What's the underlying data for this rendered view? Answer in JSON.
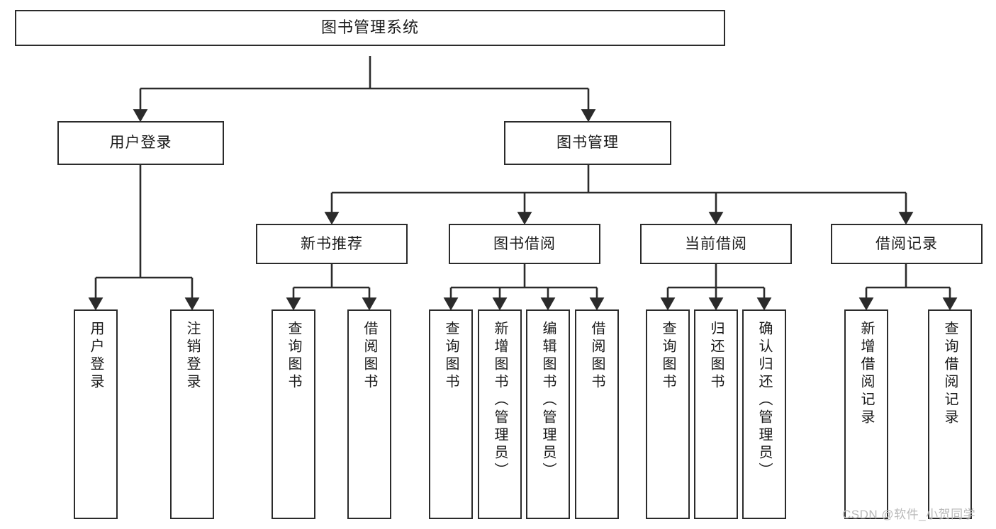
{
  "diagram": {
    "title": "图书管理系统",
    "watermark": "CSDN @软件_小贺同学",
    "stroke_color": "#2b2b2b",
    "text_color": "#1a1a1a",
    "background_color": "#ffffff",
    "watermark_color": "#b9b9b9"
  },
  "nodes": {
    "root": {
      "label": "图书管理系统"
    },
    "level1": [
      {
        "label": "用户登录"
      },
      {
        "label": "图书管理"
      }
    ],
    "level2": [
      {
        "label": "新书推荐"
      },
      {
        "label": "图书借阅"
      },
      {
        "label": "当前借阅"
      },
      {
        "label": "借阅记录"
      }
    ],
    "leaves": {
      "user_login": [
        {
          "label": "用户登录"
        },
        {
          "label": "注销登录"
        }
      ],
      "new_book_recommend": [
        {
          "label": "查询图书"
        },
        {
          "label": "借阅图书"
        }
      ],
      "book_borrow": [
        {
          "label": "查询图书"
        },
        {
          "label": "新增图书（管理员）"
        },
        {
          "label": "编辑图书（管理员）"
        },
        {
          "label": "借阅图书"
        }
      ],
      "current_borrow": [
        {
          "label": "查询图书"
        },
        {
          "label": "归还图书"
        },
        {
          "label": "确认归还（管理员）"
        }
      ],
      "borrow_record": [
        {
          "label": "新增借阅记录"
        },
        {
          "label": "查询借阅记录"
        }
      ]
    }
  },
  "chart_data": {
    "type": "table",
    "title": "图书管理系统 功能结构图",
    "tree": {
      "label": "图书管理系统",
      "children": [
        {
          "label": "用户登录",
          "children": [
            {
              "label": "用户登录"
            },
            {
              "label": "注销登录"
            }
          ]
        },
        {
          "label": "图书管理",
          "children": [
            {
              "label": "新书推荐",
              "children": [
                {
                  "label": "查询图书"
                },
                {
                  "label": "借阅图书"
                }
              ]
            },
            {
              "label": "图书借阅",
              "children": [
                {
                  "label": "查询图书"
                },
                {
                  "label": "新增图书（管理员）"
                },
                {
                  "label": "编辑图书（管理员）"
                },
                {
                  "label": "借阅图书"
                }
              ]
            },
            {
              "label": "当前借阅",
              "children": [
                {
                  "label": "查询图书"
                },
                {
                  "label": "归还图书"
                },
                {
                  "label": "确认归还（管理员）"
                }
              ]
            },
            {
              "label": "借阅记录",
              "children": [
                {
                  "label": "新增借阅记录"
                },
                {
                  "label": "查询借阅记录"
                }
              ]
            }
          ]
        }
      ]
    }
  }
}
